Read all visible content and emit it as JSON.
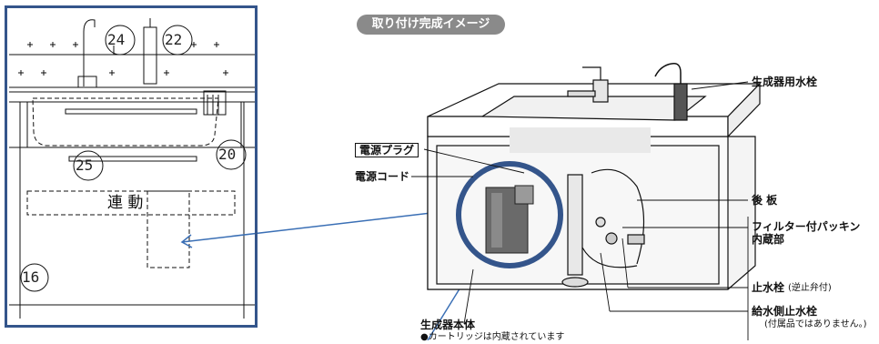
{
  "left_panel": {
    "callouts": [
      "24",
      "22",
      "20",
      "25",
      "16"
    ],
    "interlock_label": "連 動"
  },
  "right_panel": {
    "title_badge": "取り付け完成イメージ",
    "labels": {
      "faucet_for_generator": "生成器用水栓",
      "power_plug": "電源プラグ",
      "power_cord": "電源コード",
      "back_plate": "後 板",
      "filter_packing_line1": "フィルター付パッキン",
      "filter_packing_line2": "内蔵部",
      "stop_valve": "止水栓",
      "stop_valve_note": "(逆止弁付)",
      "supply_stop_valve": "給水側止水栓",
      "supply_stop_valve_note": "(付属品ではありません。)",
      "generator_body": "生成器本体",
      "cartridge_note": "●カートリッジは内蔵されています"
    }
  },
  "colors": {
    "frame_blue": "#34558b",
    "arrow_blue": "#3a6fb5",
    "badge_gray": "#8a8a8a"
  }
}
